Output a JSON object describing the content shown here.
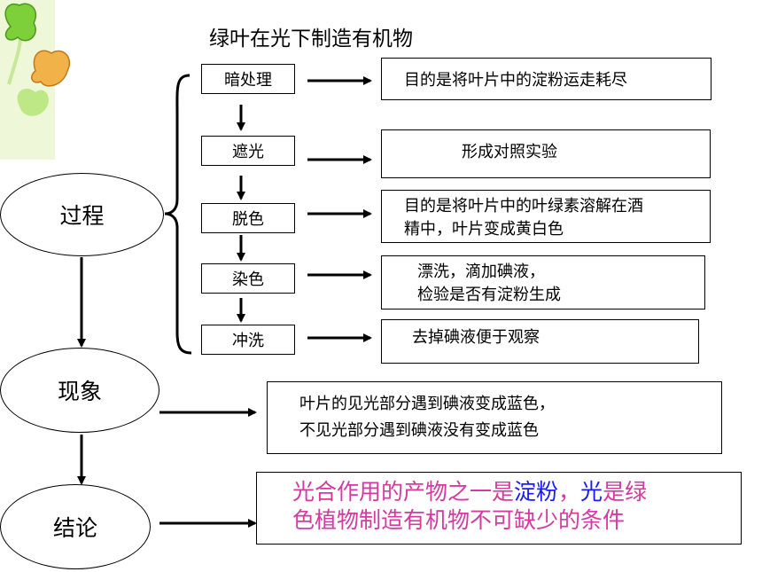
{
  "title": "绿叶在光下制造有机物",
  "process": {
    "label": "过程",
    "steps": [
      {
        "name": "暗处理",
        "note": [
          "目的是将叶片中的淀粉运走耗尽"
        ]
      },
      {
        "name": "遮光",
        "note": [
          "形成对照实验"
        ]
      },
      {
        "name": "脱色",
        "note": [
          "目的是将叶片中的叶绿素溶解在酒",
          "精中，叶片变成黄白色"
        ]
      },
      {
        "name": "染色",
        "note": [
          "漂洗，滴加碘液，",
          "检验是否有淀粉生成"
        ]
      },
      {
        "name": "冲洗",
        "note": [
          "去掉碘液便于观察"
        ]
      }
    ]
  },
  "phenomenon": {
    "label": "现象",
    "lines": [
      "叶片的见光部分遇到碘液变成蓝色，",
      "不见光部分遇到碘液没有变成蓝色"
    ]
  },
  "conclusion": {
    "label": "结论",
    "segments": [
      {
        "text": "光合作用的产物之一是",
        "color": "#d43aa0"
      },
      {
        "text": "淀粉",
        "color": "#1a1aff"
      },
      {
        "text": "，",
        "color": "#d43aa0"
      },
      {
        "text": "光",
        "color": "#1a1aff"
      },
      {
        "text": "是绿",
        "color": "#d43aa0"
      }
    ],
    "line2": {
      "text": "色植物制造有机物不可缺少的条件",
      "color": "#d43aa0"
    }
  },
  "colors": {
    "highlight_pink": "#d43aa0",
    "highlight_blue": "#1a1aff",
    "decoration_green": "#7ed03a"
  }
}
